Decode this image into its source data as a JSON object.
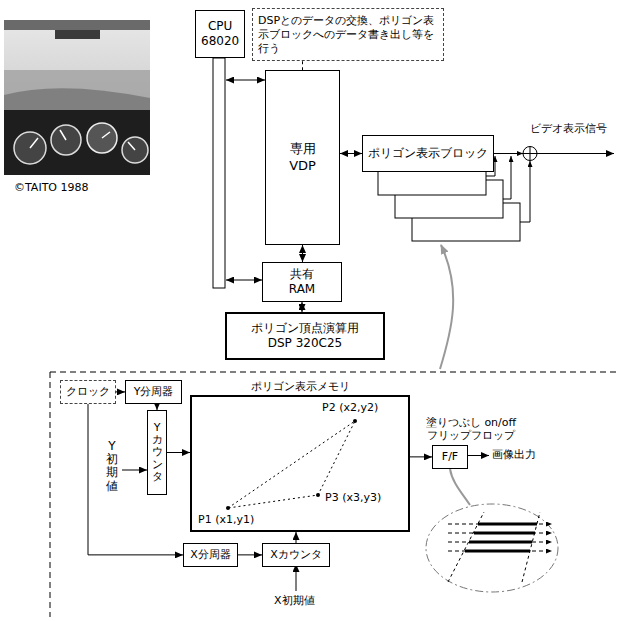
{
  "diagram": {
    "nodes": [
      {
        "text": [
          "CPU",
          "68020"
        ]
      },
      {
        "text": [
          "DSPとのデータの交換、ポリゴン表示ブロックへのデータ書き出し等を行う"
        ]
      },
      {
        "text": [
          "専用",
          "VDP"
        ]
      },
      {
        "text": [
          "ポリゴン表示ブロック"
        ]
      },
      {
        "text": [
          "共有",
          "RAM"
        ]
      },
      {
        "text": [
          "ポリゴン頂点演算用",
          "DSP 320C25"
        ]
      },
      {
        "text": [
          "クロック"
        ]
      },
      {
        "text": [
          "Y分周器"
        ]
      },
      {
        "text": [
          "Yカウンタ"
        ]
      },
      {
        "text": [
          "ポリゴン表示メモリ"
        ]
      },
      {
        "text": [
          "X分周器"
        ]
      },
      {
        "text": [
          "Xカウンタ"
        ]
      },
      {
        "text": [
          "塗りつぶし on/off フリップフロップ",
          "F/F"
        ]
      }
    ],
    "edges": [
      {
        "from": 1,
        "to": 2,
        "arrow": "none"
      },
      {
        "from": 2,
        "to": 3,
        "arrow": "both"
      },
      {
        "from": 2,
        "to": 4,
        "arrow": "both"
      },
      {
        "from": 4,
        "to": 5,
        "arrow": "both"
      },
      {
        "from": 6,
        "to": 7,
        "arrow": "to"
      },
      {
        "from": 7,
        "to": 8,
        "arrow": "to"
      },
      {
        "from": 6,
        "to": 10,
        "arrow": "to"
      },
      {
        "from": 10,
        "to": 11,
        "arrow": "to"
      },
      {
        "from": 11,
        "to": 9,
        "arrow": "to"
      },
      {
        "from": 8,
        "to": 9,
        "arrow": "to"
      },
      {
        "from": 9,
        "to": 12,
        "arrow": "to"
      }
    ],
    "labels": [
      "©TAITO 1988",
      "ビデオ表示信号",
      "Y初期値",
      "X初期値",
      "画像出力",
      "P2 (x2,y2)",
      "P1 (x1,y1)",
      "P3 (x3,y3)"
    ]
  }
}
